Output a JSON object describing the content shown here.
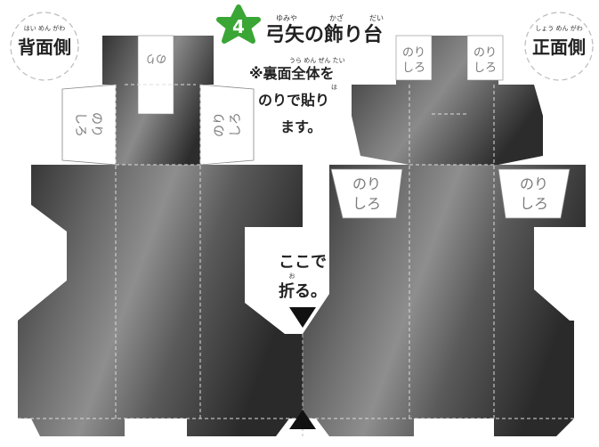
{
  "title": {
    "step_number": "4",
    "text": "弓矢の飾り台",
    "ruby": [
      "ゆみや",
      "かざ",
      "だい"
    ]
  },
  "instruction": {
    "lines": [
      "※裏面全体を",
      "のりで貼り",
      "ます。"
    ],
    "ruby": [
      "うら めん ぜん たい",
      "は"
    ]
  },
  "labels": {
    "back_side": "背面側",
    "back_side_ruby": "はい めん がわ",
    "front_side": "正面側",
    "front_side_ruby": "しょう めん がわ"
  },
  "glue_tab": [
    "のり",
    "しろ"
  ],
  "fold": {
    "lines": [
      "ここで",
      "折る。"
    ],
    "ruby": "お"
  },
  "colors": {
    "green_badge": "#3aa635",
    "dark": "#2c2c2c",
    "light": "#9a9a9a"
  }
}
